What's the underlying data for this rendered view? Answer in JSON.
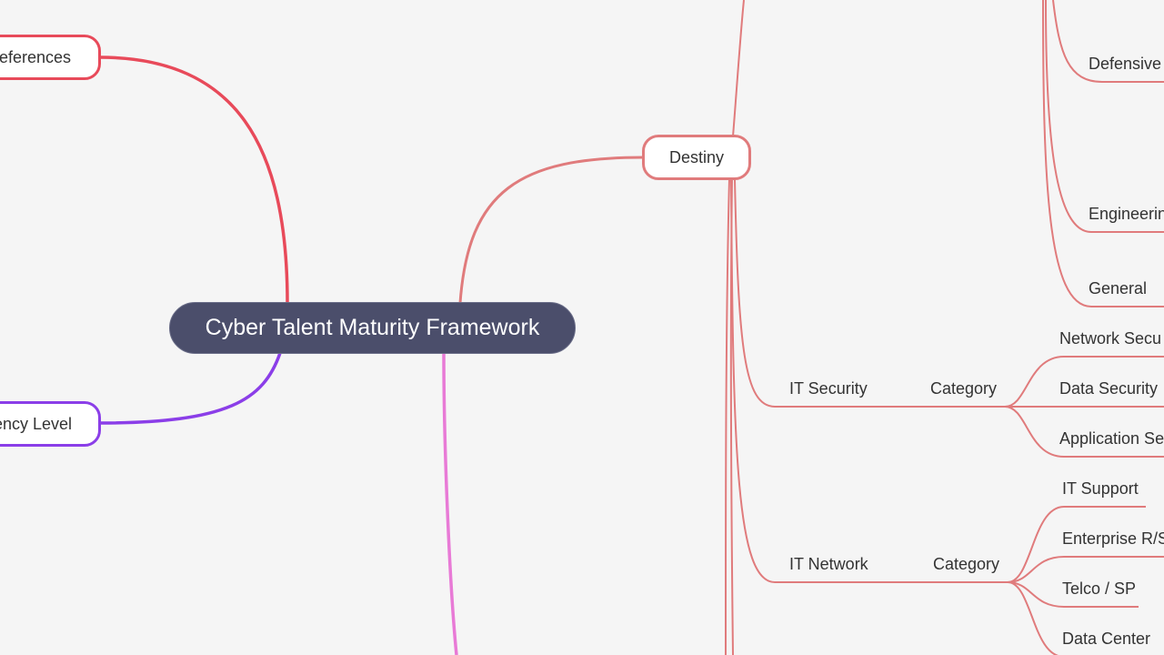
{
  "colors": {
    "background": "#f5f5f5",
    "root_fill": "#4b4e6b",
    "branch_references": "#e84a5a",
    "branch_destiny": "#e07b7c",
    "branch_competency": "#8b3ee8",
    "branch_pink": "#e87ad6",
    "text": "#333333"
  },
  "root": {
    "label": "Cyber Talent Maturity Framework"
  },
  "left_branches": [
    {
      "label": "eferences",
      "full_label_hint": "References (clipped)"
    },
    {
      "label": "ency Level",
      "full_label_hint": "Competency Level (clipped)"
    }
  ],
  "destiny": {
    "label": "Destiny",
    "children": [
      {
        "label": "Defensive"
      },
      {
        "label": "Engineerin"
      },
      {
        "label": "General"
      },
      {
        "label": "IT Security",
        "category_label": "Category",
        "items": [
          {
            "label": "Network Secu"
          },
          {
            "label": "Data Security"
          },
          {
            "label": "Application Se"
          }
        ]
      },
      {
        "label": "IT Network",
        "category_label": "Category",
        "items": [
          {
            "label": "IT Support"
          },
          {
            "label": "Enterprise R/S"
          },
          {
            "label": "Telco / SP"
          },
          {
            "label": "Data Center"
          }
        ]
      }
    ]
  }
}
